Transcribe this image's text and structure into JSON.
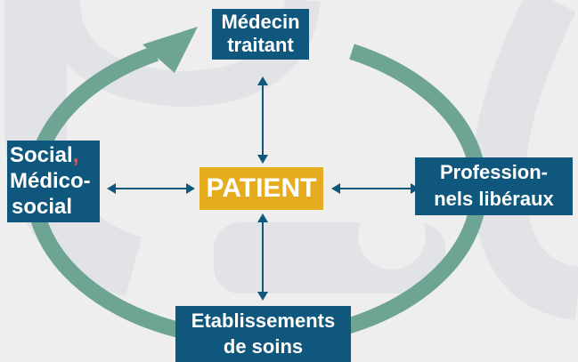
{
  "colors": {
    "background": "#eeeeef",
    "cycle_arrow": "#6ea494",
    "node_box": "#10577e",
    "center_box": "#e5ac1f",
    "arrows": "#10577e",
    "text": "#ffffff",
    "accent_comma": "#e45a4a"
  },
  "nodes": {
    "top": {
      "line1": "Médecin",
      "line2": "traitant"
    },
    "left": {
      "line1_word": "Social",
      "line1_comma": ",",
      "line2": "Médico-",
      "line3": "social"
    },
    "right": {
      "line1": "Profession-",
      "line2": "nels libéraux"
    },
    "bottom": {
      "line1": "Etablissements",
      "line2": "de soins"
    },
    "center": {
      "label": "PATIENT"
    }
  },
  "connections": [
    {
      "from": "center",
      "to": "top",
      "bidirectional": true
    },
    {
      "from": "center",
      "to": "left",
      "bidirectional": true
    },
    {
      "from": "center",
      "to": "right",
      "bidirectional": true
    },
    {
      "from": "center",
      "to": "bottom",
      "bidirectional": true
    }
  ],
  "cycle": {
    "direction": "clockwise"
  }
}
